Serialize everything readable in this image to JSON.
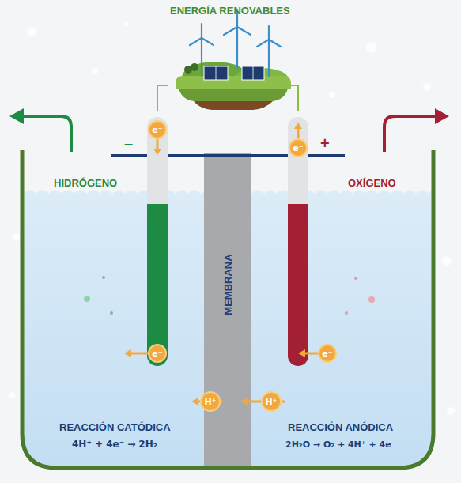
{
  "diagram": {
    "title": "ENERGÍA RENOVABLES",
    "nodes": [
      {
        "text": [
          "MEMBRANA"
        ]
      },
      {
        "text": [
          "e⁻"
        ]
      },
      {
        "text": [
          "e⁻"
        ]
      },
      {
        "text": [
          "e⁻"
        ]
      },
      {
        "text": [
          "e⁻"
        ]
      },
      {
        "text": [
          "H⁺"
        ]
      },
      {
        "text": [
          "H⁺"
        ]
      }
    ],
    "labels": [
      "–",
      "+",
      "HIDRÓGENO",
      "OXÍGENO",
      "REACCIÓN CATÓDICA",
      "4H⁺ + 4e⁻ → 2H₂",
      "REACCIÓN ANÓDICA",
      "2H₂O → O₂ + 4H⁺ + 4e⁻"
    ]
  }
}
